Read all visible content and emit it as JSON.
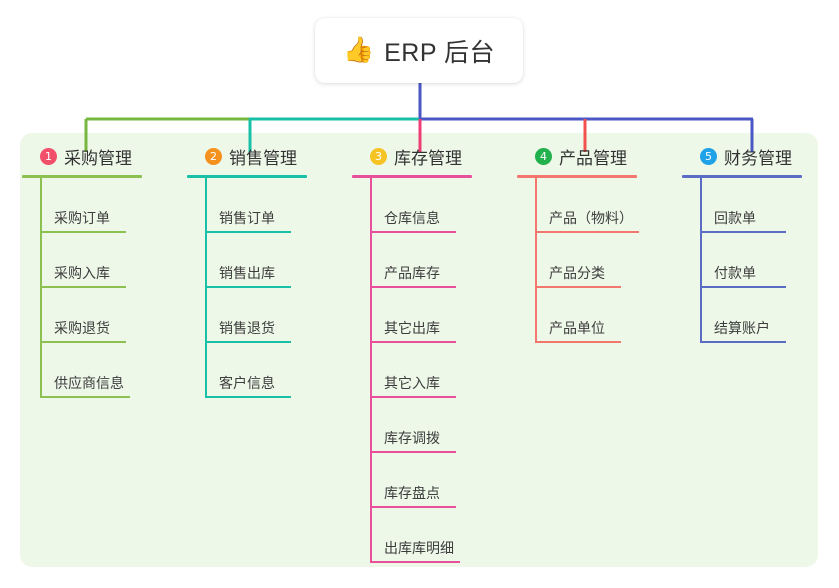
{
  "root": {
    "icon": "thumbs-up-icon",
    "emoji": "👍",
    "title": "ERP 后台"
  },
  "theme": {
    "panel_bg": "#eef8e9",
    "page_bg": "#ffffff",
    "card_bg": "#ffffff",
    "text": "#333333",
    "bus_green": "#76b83f",
    "bus_teal": "#17c0a6",
    "bus_blue": "#4a57c4"
  },
  "columns": [
    {
      "number": "1",
      "title": "采购管理",
      "badge_color": "#f2506a",
      "line_color": "#8cc152",
      "drop_color": "#76b83f",
      "items": [
        "采购订单",
        "采购入库",
        "采购退货",
        "供应商信息"
      ]
    },
    {
      "number": "2",
      "title": "销售管理",
      "badge_color": "#f5921e",
      "line_color": "#17c0a6",
      "drop_color": "#17c0a6",
      "items": [
        "销售订单",
        "销售出库",
        "销售退货",
        "客户信息"
      ]
    },
    {
      "number": "3",
      "title": "库存管理",
      "badge_color": "#f6c324",
      "line_color": "#e8509b",
      "drop_color": "#ef3e76",
      "items": [
        "仓库信息",
        "产品库存",
        "其它出库",
        "其它入库",
        "库存调拨",
        "库存盘点",
        "出库库明细"
      ]
    },
    {
      "number": "4",
      "title": "产品管理",
      "badge_color": "#22b14c",
      "line_color": "#f4776e",
      "drop_color": "#f1514f",
      "items": [
        "产品（物料）",
        "产品分类",
        "产品单位"
      ]
    },
    {
      "number": "5",
      "title": "财务管理",
      "badge_color": "#1fa2e8",
      "line_color": "#5b6cc4",
      "drop_color": "#4a57c4",
      "items": [
        "回款单",
        "付款单",
        "结算账户"
      ]
    }
  ]
}
